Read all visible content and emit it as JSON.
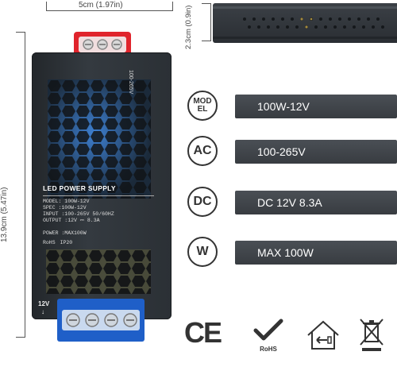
{
  "dimensions": {
    "width_label": "5cm (1.97in)",
    "length_label": "13.9cm (5.47in)",
    "height_label": "2.3cm (0.9in)"
  },
  "device": {
    "title": "LED POWER SUPPLY",
    "voltage_range_mark": "100-265V",
    "output_mark": "12V",
    "label_lines": [
      "MODEL: 100W-12V",
      "SPEC  :100W-12V",
      "INPUT :100-265V 50/60HZ",
      "OUTPUT :12V ⎓ 8.3A",
      "POWER  :MAX100W"
    ],
    "cert_small": [
      "RoHS",
      "IP20"
    ],
    "colors": {
      "body": "#2e3338",
      "input_terminal": "#e0242c",
      "output_terminal": "#1f5fc8"
    }
  },
  "specs": [
    {
      "badge": "MOD EL",
      "value": "100W-12V"
    },
    {
      "badge": "AC",
      "value": "100-265V"
    },
    {
      "badge": "DC",
      "value": "DC 12V 8.3A"
    },
    {
      "badge": "W",
      "value": "MAX 100W"
    }
  ],
  "certifications": {
    "ce": "CE",
    "rohs": "RoHS",
    "icons": [
      "ce-mark-icon",
      "rohs-check-icon",
      "indoor-use-house-icon",
      "weee-crossed-bin-icon"
    ]
  }
}
